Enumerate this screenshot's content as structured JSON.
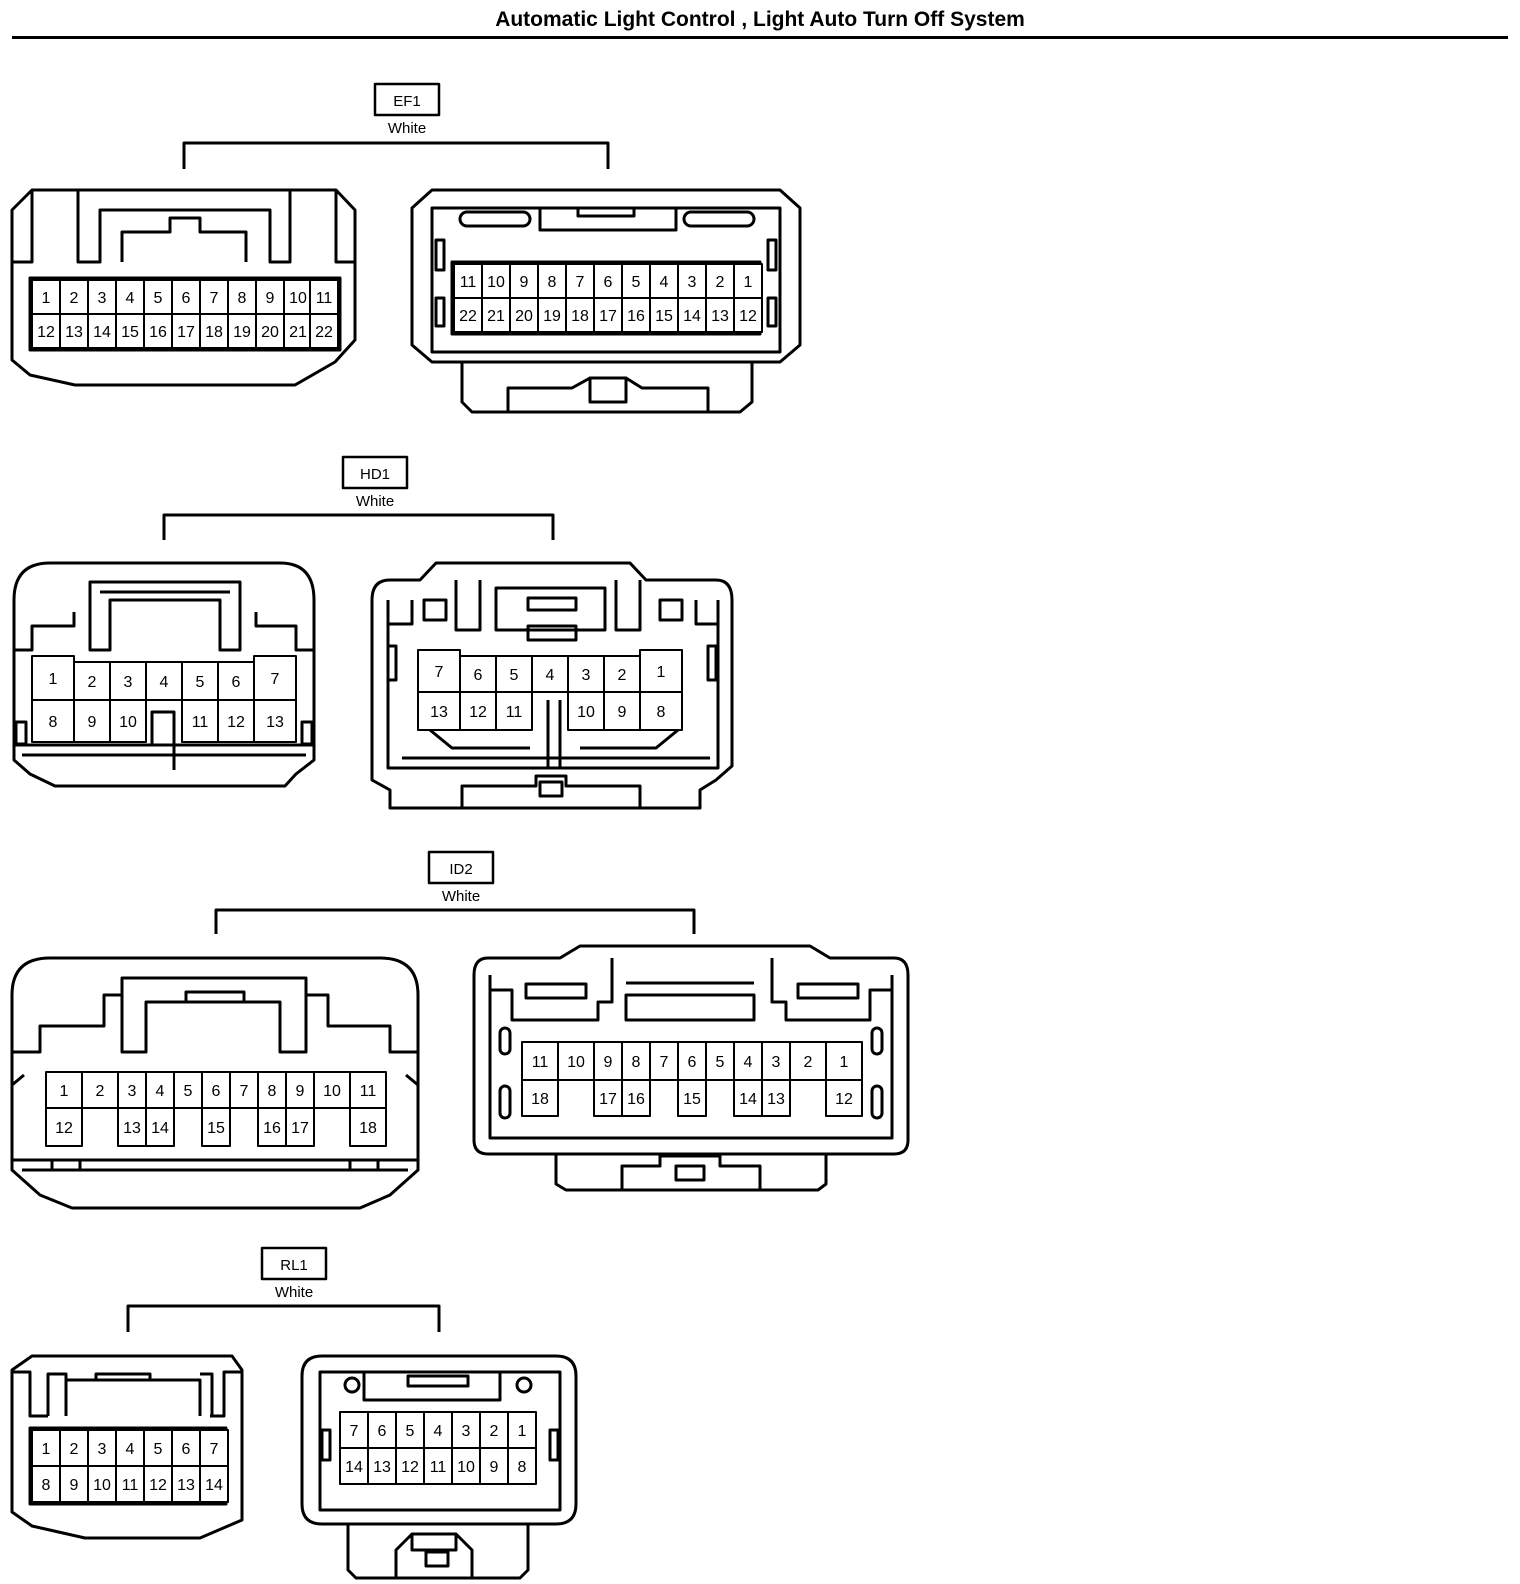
{
  "title": "Automatic Light Control , Light Auto Turn Off System",
  "connectors": [
    {
      "id": "ef1",
      "label": "EF1",
      "color": "White",
      "left_pins": [
        [
          "1",
          "2",
          "3",
          "4",
          "5",
          "6",
          "7",
          "8",
          "9",
          "10",
          "11"
        ],
        [
          "12",
          "13",
          "14",
          "15",
          "16",
          "17",
          "18",
          "19",
          "20",
          "21",
          "22"
        ]
      ],
      "right_pins": [
        [
          "11",
          "10",
          "9",
          "8",
          "7",
          "6",
          "5",
          "4",
          "3",
          "2",
          "1"
        ],
        [
          "22",
          "21",
          "20",
          "19",
          "18",
          "17",
          "16",
          "15",
          "14",
          "13",
          "12"
        ]
      ]
    },
    {
      "id": "hd1",
      "label": "HD1",
      "color": "White",
      "left_pins": [
        [
          "1",
          "2",
          "3",
          "4",
          "5",
          "6",
          "7"
        ],
        [
          "8",
          "9",
          "10",
          "11",
          "12",
          "13"
        ]
      ],
      "right_pins": [
        [
          "7",
          "6",
          "5",
          "4",
          "3",
          "2",
          "1"
        ],
        [
          "13",
          "12",
          "11",
          "10",
          "9",
          "8"
        ]
      ]
    },
    {
      "id": "id2",
      "label": "ID2",
      "color": "White",
      "left_pins": [
        [
          "1",
          "2",
          "3",
          "4",
          "5",
          "6",
          "7",
          "8",
          "9",
          "10",
          "11"
        ],
        [
          "12",
          "13",
          "14",
          "15",
          "16",
          "17",
          "18"
        ]
      ],
      "right_pins": [
        [
          "11",
          "10",
          "9",
          "8",
          "7",
          "6",
          "5",
          "4",
          "3",
          "2",
          "1"
        ],
        [
          "18",
          "17",
          "16",
          "15",
          "14",
          "13",
          "12"
        ]
      ]
    },
    {
      "id": "rl1",
      "label": "RL1",
      "color": "White",
      "left_pins": [
        [
          "1",
          "2",
          "3",
          "4",
          "5",
          "6",
          "7"
        ],
        [
          "8",
          "9",
          "10",
          "11",
          "12",
          "13",
          "14"
        ]
      ],
      "right_pins": [
        [
          "7",
          "6",
          "5",
          "4",
          "3",
          "2",
          "1"
        ],
        [
          "14",
          "13",
          "12",
          "11",
          "10",
          "9",
          "8"
        ]
      ]
    }
  ]
}
